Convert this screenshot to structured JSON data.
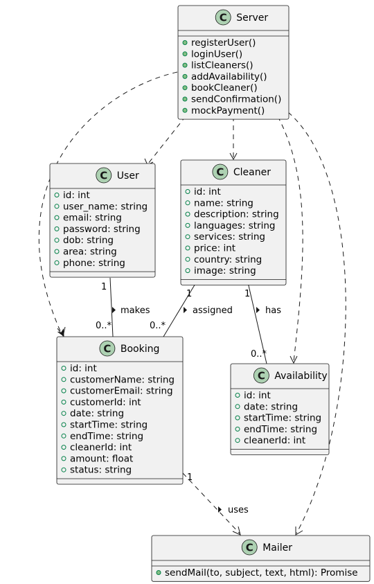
{
  "classes": {
    "server": {
      "name": "Server",
      "fields": [],
      "methods": [
        "registerUser()",
        "loginUser()",
        "listCleaners()",
        "addAvailability()",
        "bookCleaner()",
        "sendConfirmation()",
        "mockPayment()"
      ]
    },
    "user": {
      "name": "User",
      "fields": [
        "id: int",
        "user_name: string",
        "email: string",
        "password: string",
        "dob: string",
        "area: string",
        "phone: string"
      ],
      "methods": []
    },
    "cleaner": {
      "name": "Cleaner",
      "fields": [
        "id: int",
        "name: string",
        "description: string",
        "languages: string",
        "services: string",
        "price: int",
        "country: string",
        "image: string"
      ],
      "methods": []
    },
    "booking": {
      "name": "Booking",
      "fields": [
        "id: int",
        "customerName: string",
        "customerEmail: string",
        "customerId: int",
        "date: string",
        "startTime: string",
        "endTime: string",
        "cleanerId: int",
        "amount: float",
        "status: string"
      ],
      "methods": []
    },
    "availability": {
      "name": "Availability",
      "fields": [
        "id: int",
        "date: string",
        "startTime: string",
        "endTime: string",
        "cleanerId: int"
      ],
      "methods": []
    },
    "mailer": {
      "name": "Mailer",
      "fields": [],
      "methods": [
        "sendMail(to, subject, text, html): Promise"
      ]
    }
  },
  "badge_letter": "C",
  "relations": {
    "makes": {
      "label": "makes",
      "from_mult": "1",
      "to_mult": "0..*"
    },
    "assigned": {
      "label": "assigned",
      "from_mult": "1",
      "to_mult": "0..*"
    },
    "has": {
      "label": "has",
      "from_mult": "1",
      "to_mult": "0..*"
    },
    "uses": {
      "label": "uses",
      "from_mult": "1"
    }
  },
  "colors": {
    "box_fill": "#f1f1f1",
    "badge_fill": "#add1b2",
    "stroke": "#181818",
    "public_marker": "#84be84"
  }
}
